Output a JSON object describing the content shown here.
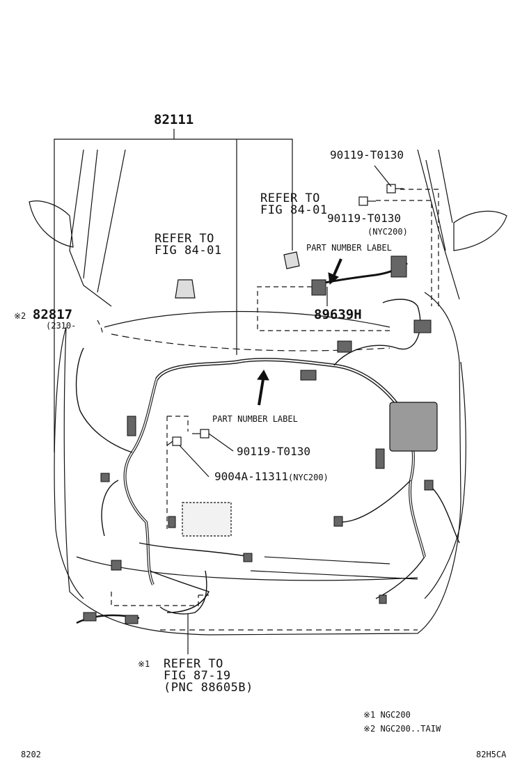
{
  "parts": {
    "main_harness": "82111",
    "bolt_top_1": "90119-T0130",
    "bolt_top_2": "90119-T0130",
    "bolt_top_2_note": "(NYC200)",
    "label_harness": "89639H",
    "bolt_mid": "90119-T0130",
    "bolt_nut": "9004A-11311",
    "bolt_nut_note": "(NYC200)",
    "left_wire": "82817",
    "left_wire_mark": "※2",
    "left_wire_note": "(2310-"
  },
  "refs": {
    "ref_left": {
      "line1": "REFER TO",
      "line2": "FIG 84-01"
    },
    "ref_right": {
      "line1": "REFER TO",
      "line2": "FIG 84-01"
    },
    "ref_bottom": {
      "mark": "※1",
      "line1": "REFER TO",
      "line2": "FIG 87-19",
      "line3": "(PNC 88605B)"
    }
  },
  "callouts": {
    "part_number_label_top": "PART NUMBER LABEL",
    "part_number_label_mid": "PART NUMBER LABEL"
  },
  "notes": {
    "note1": "※1 NGC200",
    "note2": "※2 NGC200..TAIW"
  },
  "footer": {
    "left_code": "8202",
    "right_code": "82H5CA"
  },
  "icons": {
    "bolt": "bolt-icon",
    "clip": "clip-icon",
    "arrow": "arrow-icon"
  }
}
